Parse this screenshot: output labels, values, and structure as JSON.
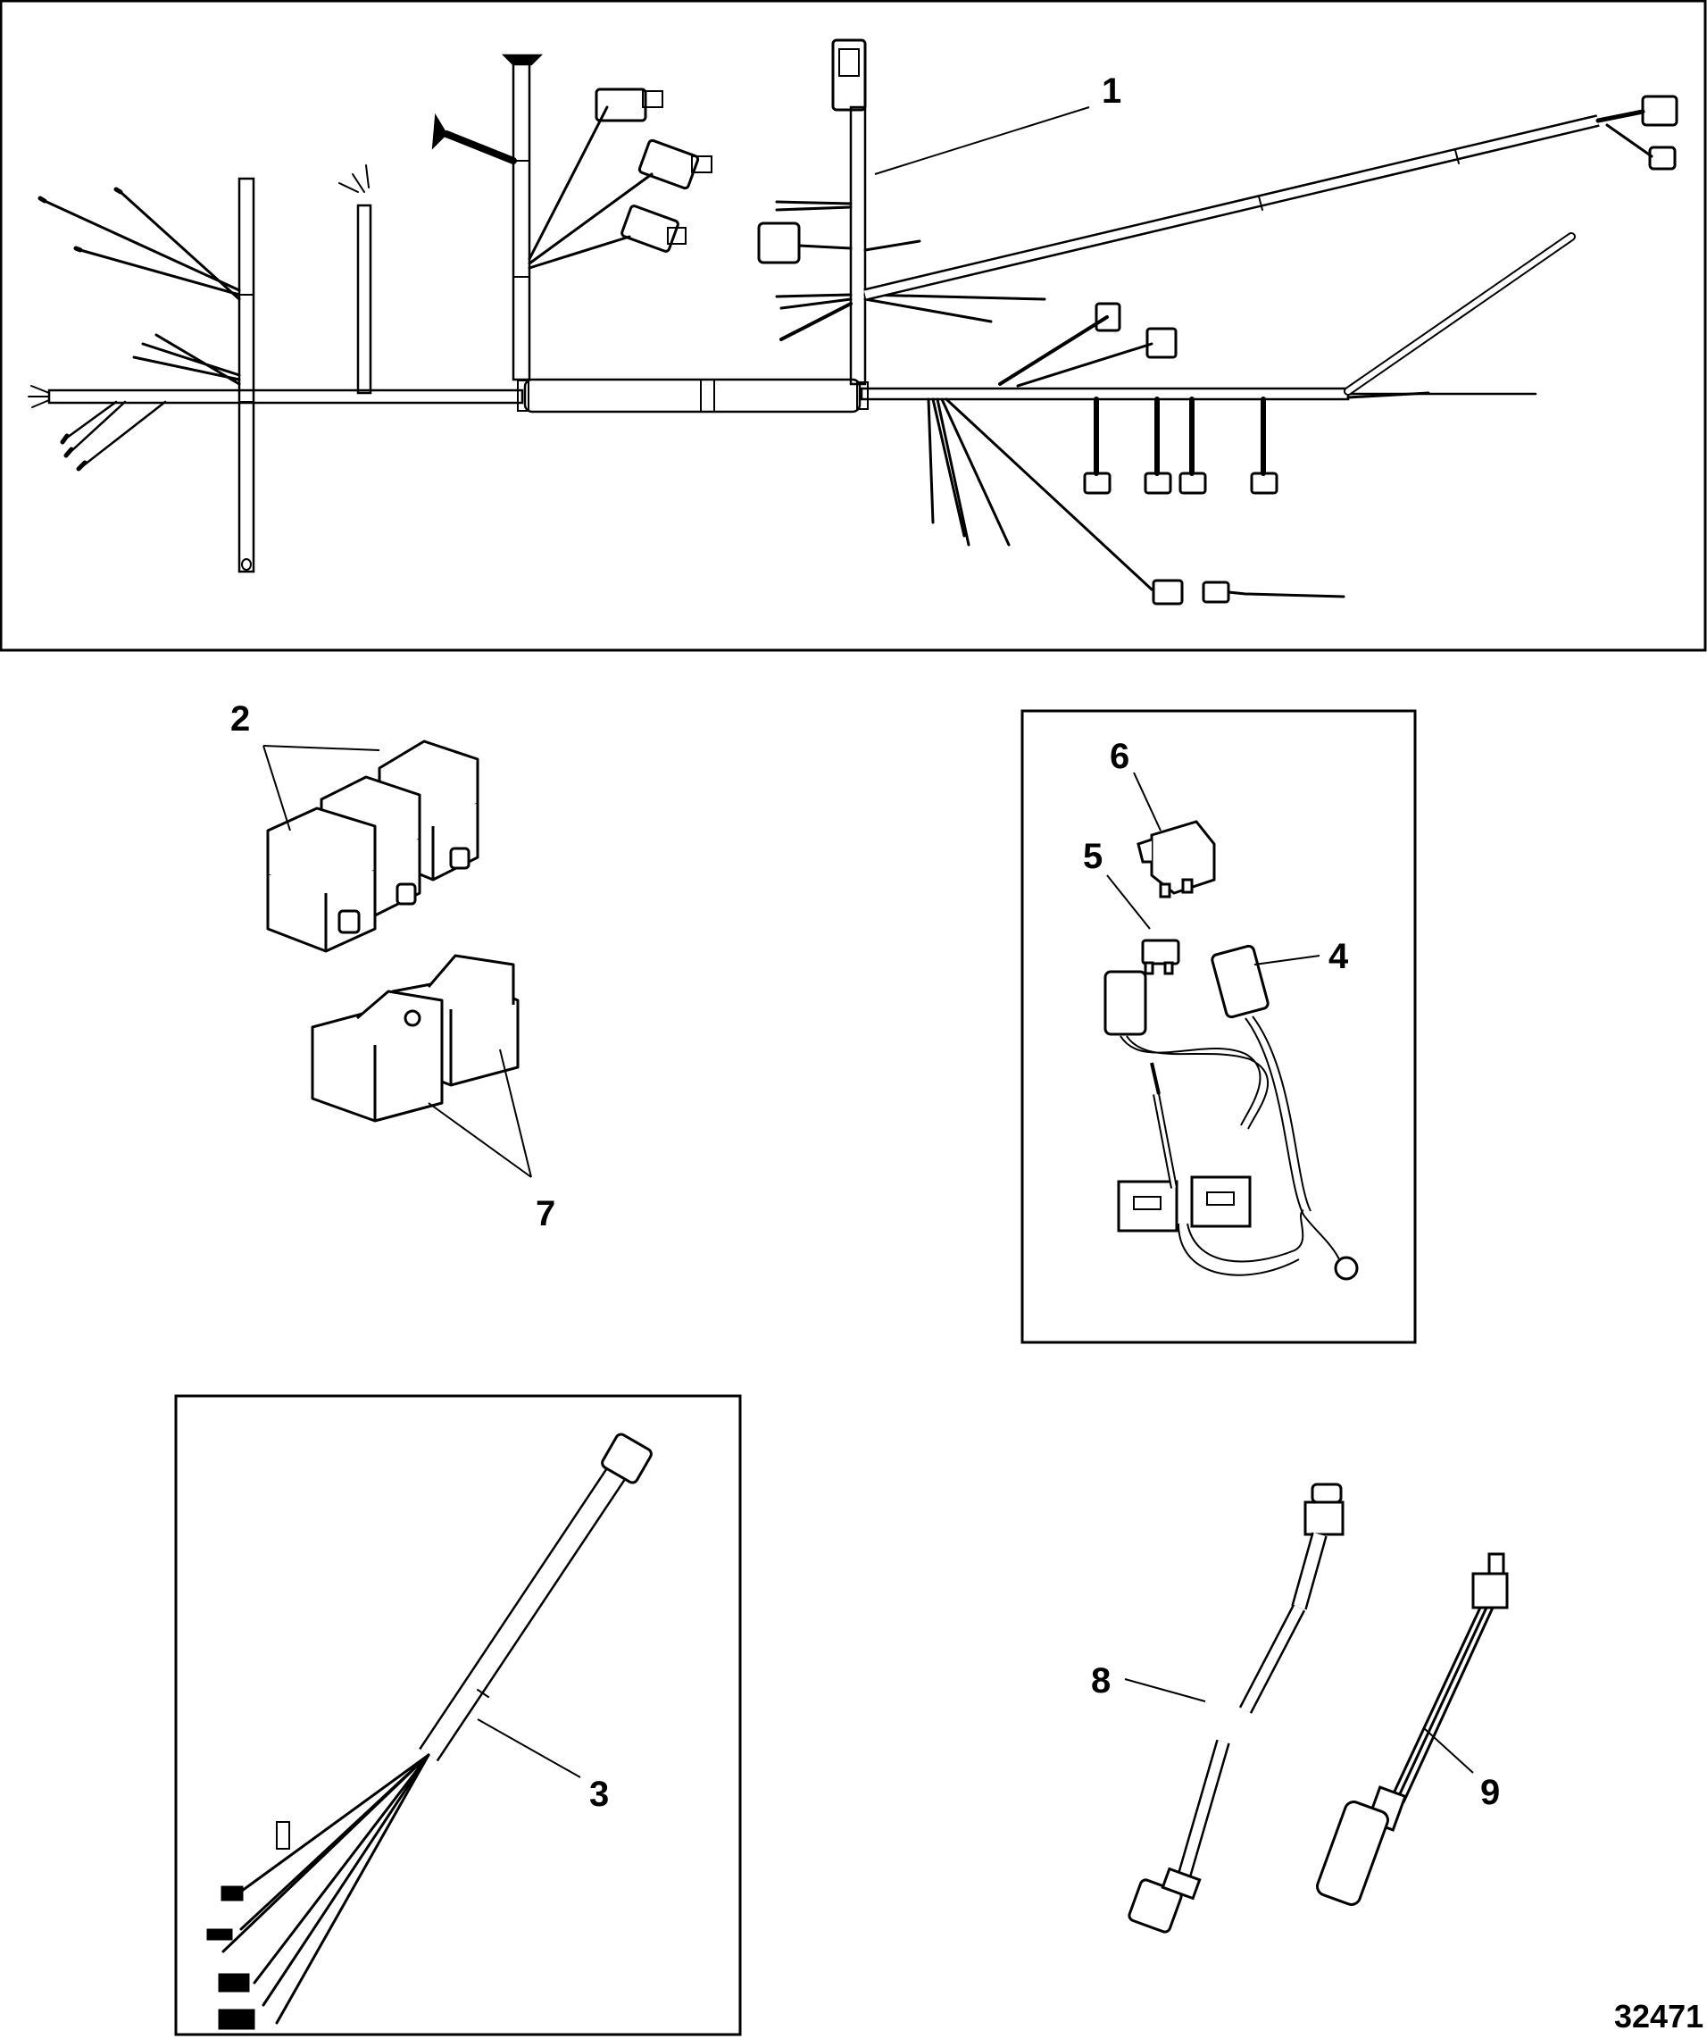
{
  "callouts": {
    "c1": "1",
    "c2": "2",
    "c3": "3",
    "c4": "4",
    "c5": "5",
    "c6": "6",
    "c7": "7",
    "c8": "8",
    "c9": "9"
  },
  "figure_id": "32471",
  "colors": {
    "line": "#000000",
    "background": "#ffffff"
  }
}
